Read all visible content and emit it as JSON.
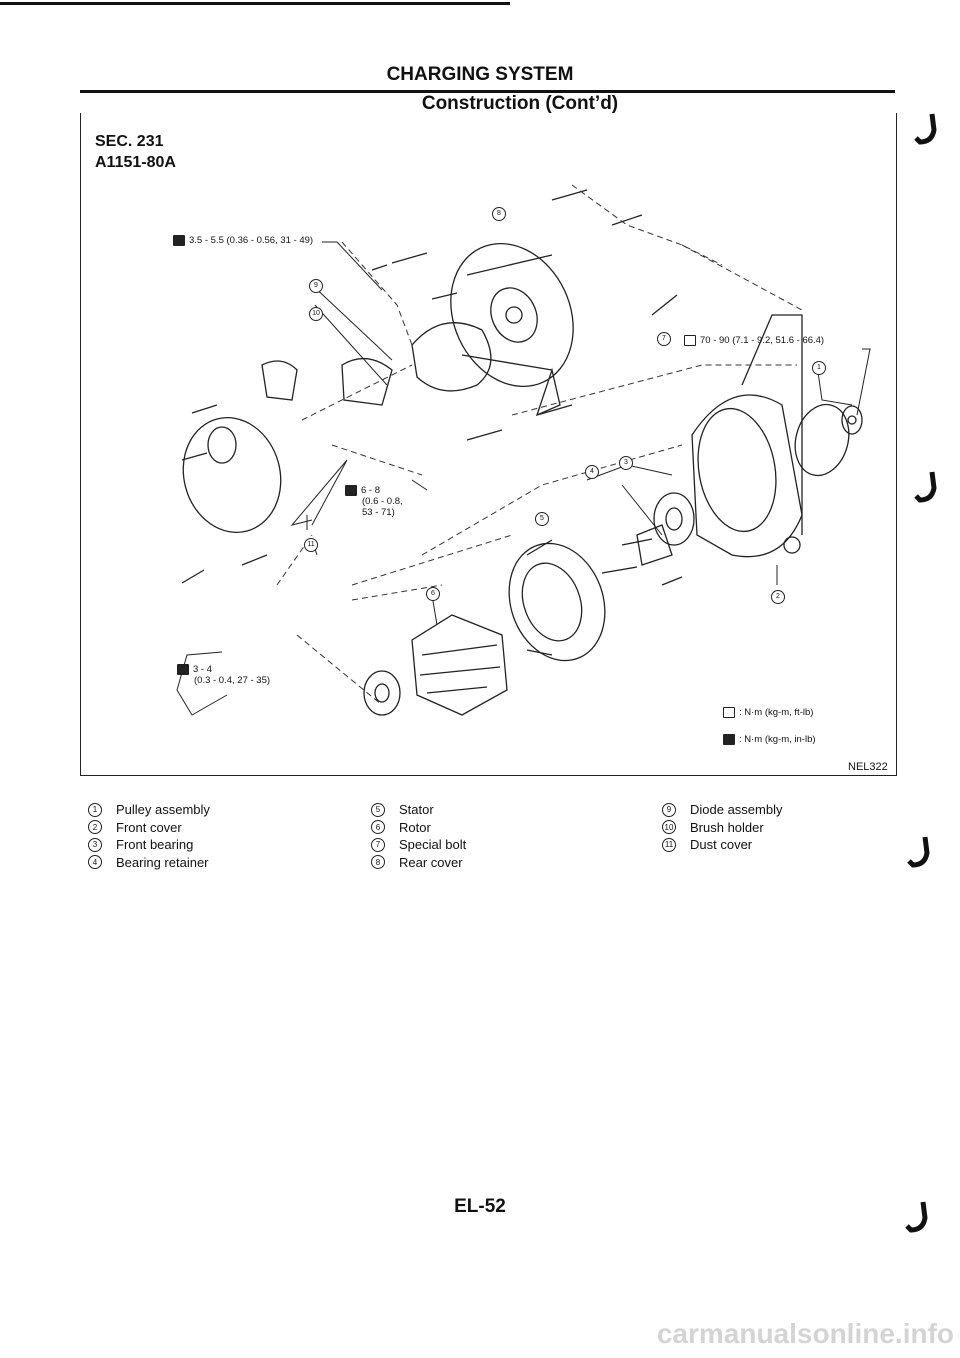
{
  "header": {
    "title": "CHARGING SYSTEM",
    "subtitle": "Construction (Cont’d)"
  },
  "figure": {
    "section": "SEC. 231",
    "part_code": "A1151-80A",
    "figure_code": "NEL322",
    "callouts": [
      "1",
      "2",
      "3",
      "4",
      "5",
      "6",
      "7",
      "8",
      "9",
      "10",
      "11"
    ],
    "torques": {
      "t_rear_bolt": "3.5 - 5.5 (0.36 - 0.56, 31 - 49)",
      "t_pulley": "70 - 90 (7.1 - 9.2, 51.6 - 66.4)",
      "t_mid_1": "6 - 8",
      "t_mid_2": "(0.6 - 0.8,",
      "t_mid_3": "53 - 71)",
      "t_low_1": "3 - 4",
      "t_low_2": "(0.3 - 0.4, 27 - 35)"
    },
    "units": {
      "nm_ft": ": N·m (kg-m, ft-lb)",
      "nm_in": ": N·m (kg-m, in-lb)"
    }
  },
  "legend": [
    {
      "num": "1",
      "label": "Pulley assembly"
    },
    {
      "num": "2",
      "label": "Front cover"
    },
    {
      "num": "3",
      "label": "Front bearing"
    },
    {
      "num": "4",
      "label": "Bearing retainer"
    },
    {
      "num": "5",
      "label": "Stator"
    },
    {
      "num": "6",
      "label": "Rotor"
    },
    {
      "num": "7",
      "label": "Special bolt"
    },
    {
      "num": "8",
      "label": "Rear cover"
    },
    {
      "num": "9",
      "label": "Diode assembly"
    },
    {
      "num": "10",
      "label": "Brush holder"
    },
    {
      "num": "11",
      "label": "Dust cover"
    }
  ],
  "page_number": "EL-52",
  "footer": "carmanualsonline.info"
}
